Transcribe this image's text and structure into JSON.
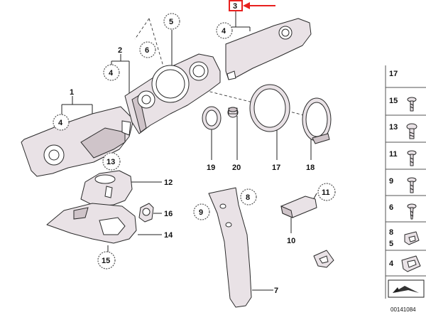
{
  "labels": {
    "l1": "1",
    "l2": "2",
    "l3": "3",
    "l4a": "4",
    "l4b": "4",
    "l4c": "4",
    "l5": "5",
    "l6": "6",
    "l7": "7",
    "l8": "8",
    "l9": "9",
    "l10": "10",
    "l11": "11",
    "l12": "12",
    "l13": "13",
    "l14": "14",
    "l15": "15",
    "l16": "16",
    "l17": "17",
    "l18": "18",
    "l19": "19",
    "l20": "20"
  },
  "sidebar": {
    "items": [
      "17",
      "15",
      "13",
      "11",
      "9",
      "6",
      "8",
      "5",
      "4"
    ]
  },
  "diagram_code": "00141084",
  "highlight_color": "#e8201e"
}
